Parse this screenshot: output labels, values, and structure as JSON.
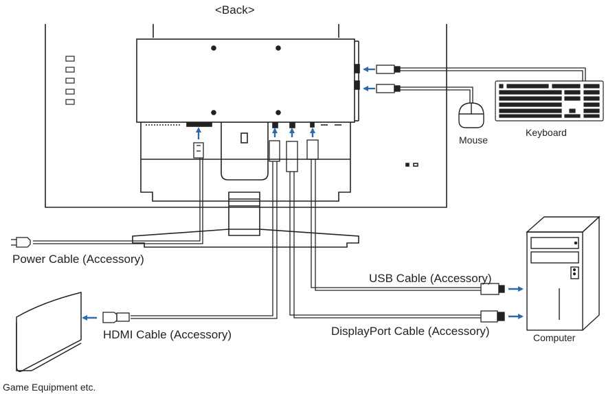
{
  "title": "<Back>",
  "labels": {
    "power_cable": "Power Cable (Accessory)",
    "usb_cable": "USB Cable (Accessory)",
    "hdmi_cable": "HDMI Cable (Accessory)",
    "displayport_cable": "DisplayPort Cable (Accessory)",
    "mouse": "Mouse",
    "keyboard": "Keyboard",
    "computer": "Computer",
    "game_equipment": "Game Equipment etc."
  },
  "colors": {
    "line": "#222222",
    "arrow": "#2e6aa8",
    "background": "#ffffff"
  }
}
